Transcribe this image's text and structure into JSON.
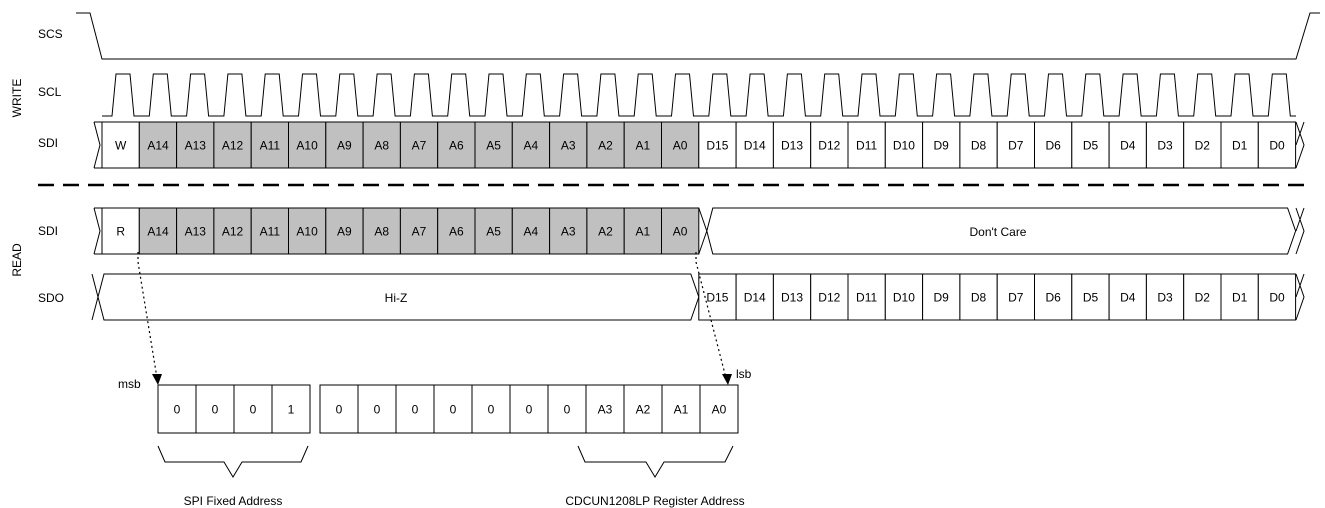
{
  "sections": {
    "write": "WRITE",
    "read": "READ"
  },
  "signals": {
    "scs": "SCS",
    "scl": "SCL",
    "sdi_write": "SDI",
    "sdi_read": "SDI",
    "sdo": "SDO"
  },
  "write_frame": {
    "cells": [
      "W",
      "A14",
      "A13",
      "A12",
      "A11",
      "A10",
      "A9",
      "A8",
      "A7",
      "A6",
      "A5",
      "A4",
      "A3",
      "A2",
      "A1",
      "A0",
      "D15",
      "D14",
      "D13",
      "D12",
      "D11",
      "D10",
      "D9",
      "D8",
      "D7",
      "D6",
      "D5",
      "D4",
      "D3",
      "D2",
      "D1",
      "D0"
    ],
    "shaded": [
      "A14",
      "A13",
      "A12",
      "A11",
      "A10",
      "A9",
      "A8",
      "A7",
      "A6",
      "A5",
      "A4",
      "A3",
      "A2",
      "A1",
      "A0"
    ]
  },
  "read_sdi": {
    "cells": [
      "R",
      "A14",
      "A13",
      "A12",
      "A11",
      "A10",
      "A9",
      "A8",
      "A7",
      "A6",
      "A5",
      "A4",
      "A3",
      "A2",
      "A1",
      "A0"
    ],
    "dont_care": "Don't Care"
  },
  "read_sdo": {
    "hi_z": "Hi-Z",
    "cells": [
      "D15",
      "D14",
      "D13",
      "D12",
      "D11",
      "D10",
      "D9",
      "D8",
      "D7",
      "D6",
      "D5",
      "D4",
      "D3",
      "D2",
      "D1",
      "D0"
    ]
  },
  "address_breakdown": {
    "msb_label": "msb",
    "lsb_label": "lsb",
    "fixed_cells": [
      "0",
      "0",
      "0",
      "1"
    ],
    "register_cells": [
      "0",
      "0",
      "0",
      "0",
      "0",
      "0",
      "0",
      "A3",
      "A2",
      "A1",
      "A0"
    ],
    "fixed_caption": "SPI Fixed Address",
    "register_caption": "CDCUN1208LP Register Address"
  },
  "colors": {
    "shaded": "#c0c0c0",
    "line": "#000000",
    "background": "#ffffff"
  }
}
